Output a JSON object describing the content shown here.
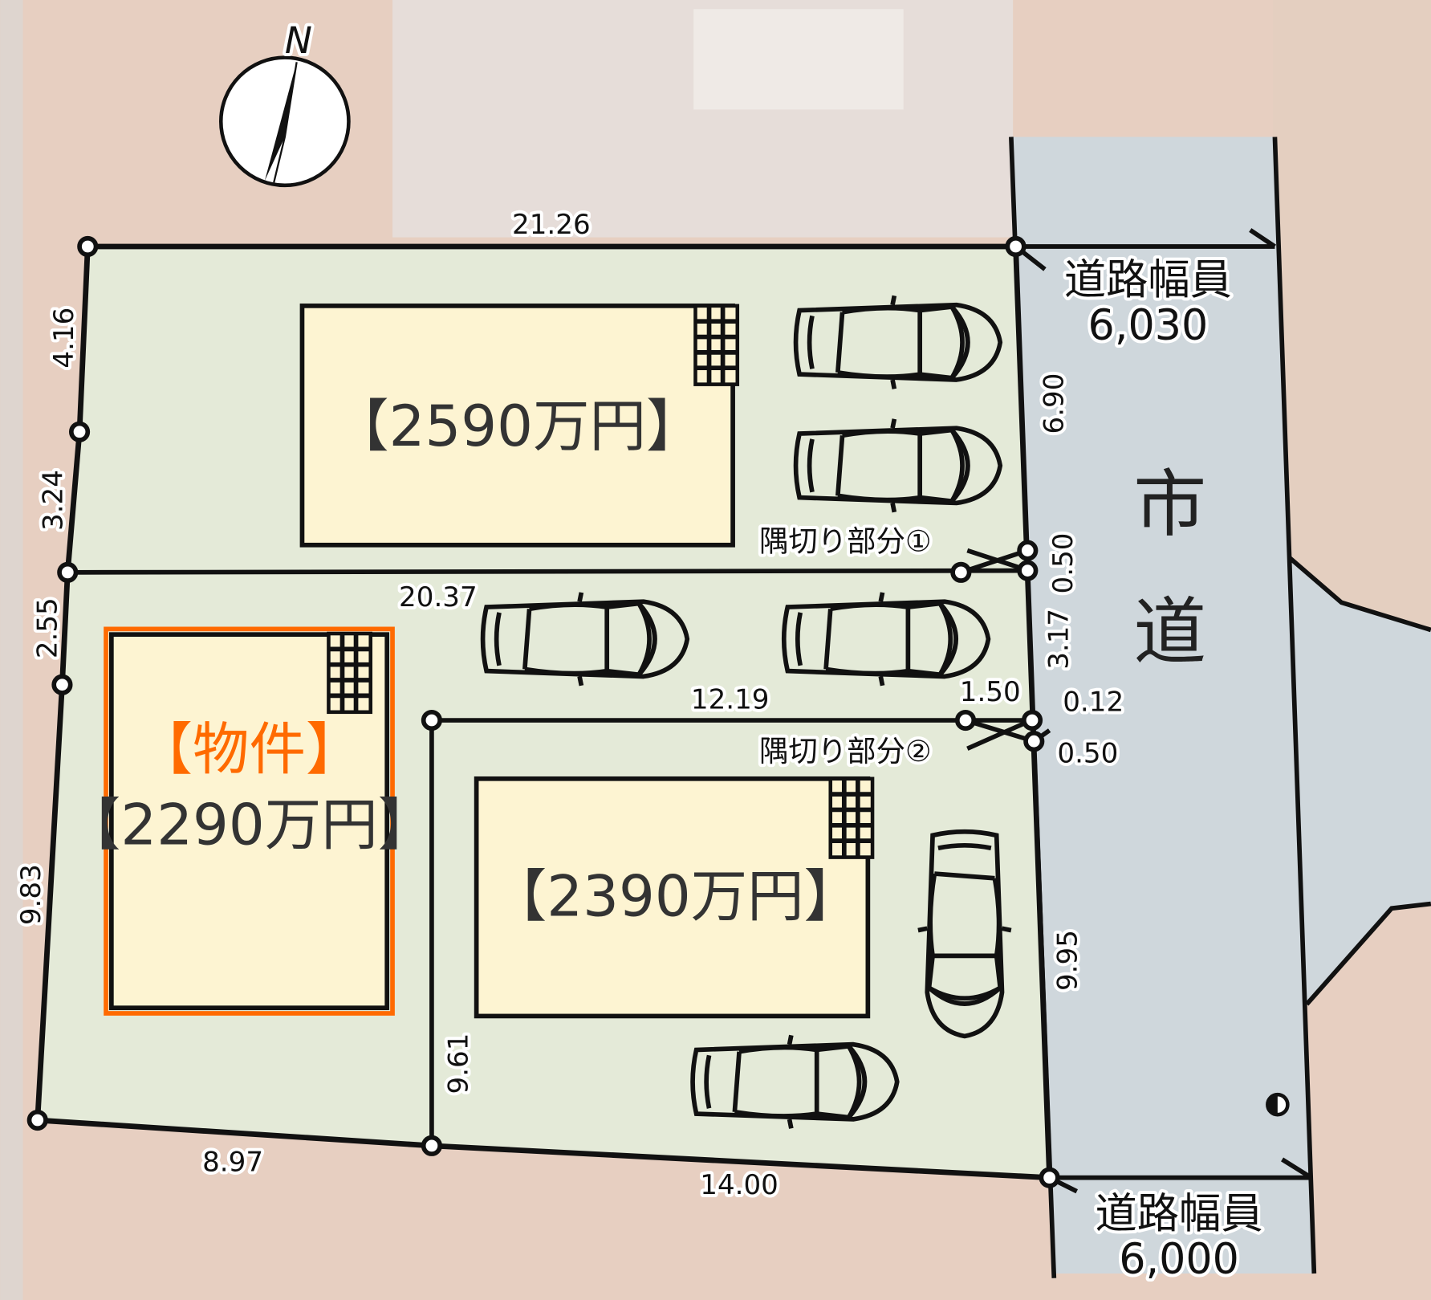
{
  "compass": {
    "label": "N"
  },
  "road": {
    "name_char1": "市",
    "name_char2": "道",
    "width_top_label": "道路幅員",
    "width_top_value": "6,030",
    "width_bottom_label": "道路幅員",
    "width_bottom_value": "6,000"
  },
  "lots": [
    {
      "price": "【2590万円】"
    },
    {
      "tag": "【物件】",
      "price": "【2290万円】",
      "highlight_color": "#ff6a00"
    },
    {
      "price": "【2390万円】"
    }
  ],
  "corner_cuts": [
    "隅切り部分①",
    "隅切り部分②"
  ],
  "dimensions": {
    "top": "21.26",
    "left_1": "4.16",
    "left_2": "3.24",
    "left_3": "2.55",
    "left_4": "9.83",
    "divider_1": "20.37",
    "divider_2": "12.19",
    "inner_vertical": "9.61",
    "bottom_left": "8.97",
    "bottom_right": "14.00",
    "right_1": "6.90",
    "right_cut_1": "0.50",
    "right_2": "3.17",
    "cut_2_h": "1.50",
    "cut_2_a": "0.12",
    "cut_2_b": "0.50",
    "right_3": "9.95"
  },
  "colors": {
    "lot": "#e4ead8",
    "building": "#fdf4d2",
    "road": "#cdd6dc",
    "highlight": "#ff6a00"
  }
}
